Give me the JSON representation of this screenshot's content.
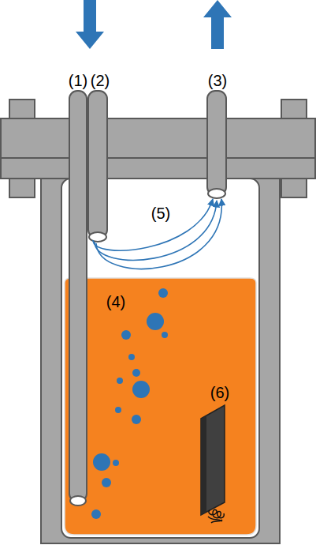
{
  "diagram": {
    "labels": [
      "(1)",
      "(2)",
      "(3)",
      "(4)",
      "(5)",
      "(6)"
    ]
  }
}
